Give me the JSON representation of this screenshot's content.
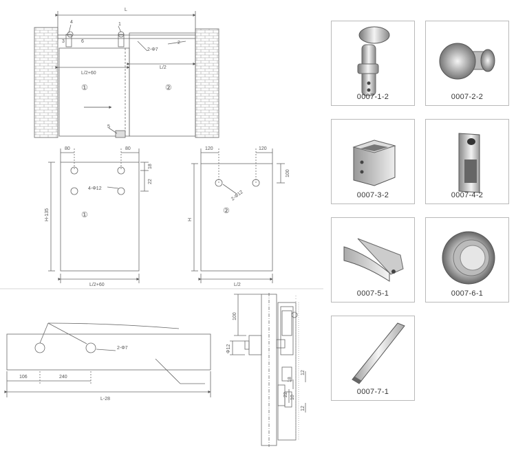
{
  "top_view": {
    "dim_total": "L",
    "dim_left": "L/2+60",
    "dim_right": "L/2",
    "hole_label": "2-Φ7",
    "panel_left_number": "①",
    "panel_right_number": "②",
    "callouts": [
      "1",
      "2",
      "3",
      "4",
      "5",
      "6"
    ]
  },
  "panel_1": {
    "dim_top_left": "80",
    "dim_top_right": "80",
    "dim_v1": "18",
    "dim_v2": "22",
    "dim_height": "H-135",
    "dim_width": "L/2+60",
    "hole_label": "4-Φ12",
    "number": "①"
  },
  "panel_2": {
    "dim_top_left": "120",
    "dim_top_right": "120",
    "dim_v1": "100",
    "dim_height": "H",
    "dim_width": "L/2",
    "hole_label": "2-Φ12",
    "number": "②"
  },
  "rail": {
    "dim_a": "106",
    "dim_b": "240",
    "dim_total": "L-28",
    "hole_label": "2-Φ7"
  },
  "section": {
    "dim_100": "100",
    "dim_phi12": "Φ12",
    "dim_12": "12",
    "dim_18": "18",
    "dim_22": "22",
    "dim_10": "10",
    "dim_12b": "12"
  },
  "products": [
    {
      "code": "0007-1-2",
      "icon": "hanging-roller-icon"
    },
    {
      "code": "0007-2-2",
      "icon": "glass-clamp-knob-icon"
    },
    {
      "code": "0007-3-2",
      "icon": "rectangular-connector-icon"
    },
    {
      "code": "0007-4-2",
      "icon": "u-channel-stopper-icon"
    },
    {
      "code": "0007-5-1",
      "icon": "floor-guide-icon"
    },
    {
      "code": "0007-6-1",
      "icon": "round-handle-icon"
    },
    {
      "code": "0007-7-1",
      "icon": "rectangular-tube-icon"
    }
  ]
}
